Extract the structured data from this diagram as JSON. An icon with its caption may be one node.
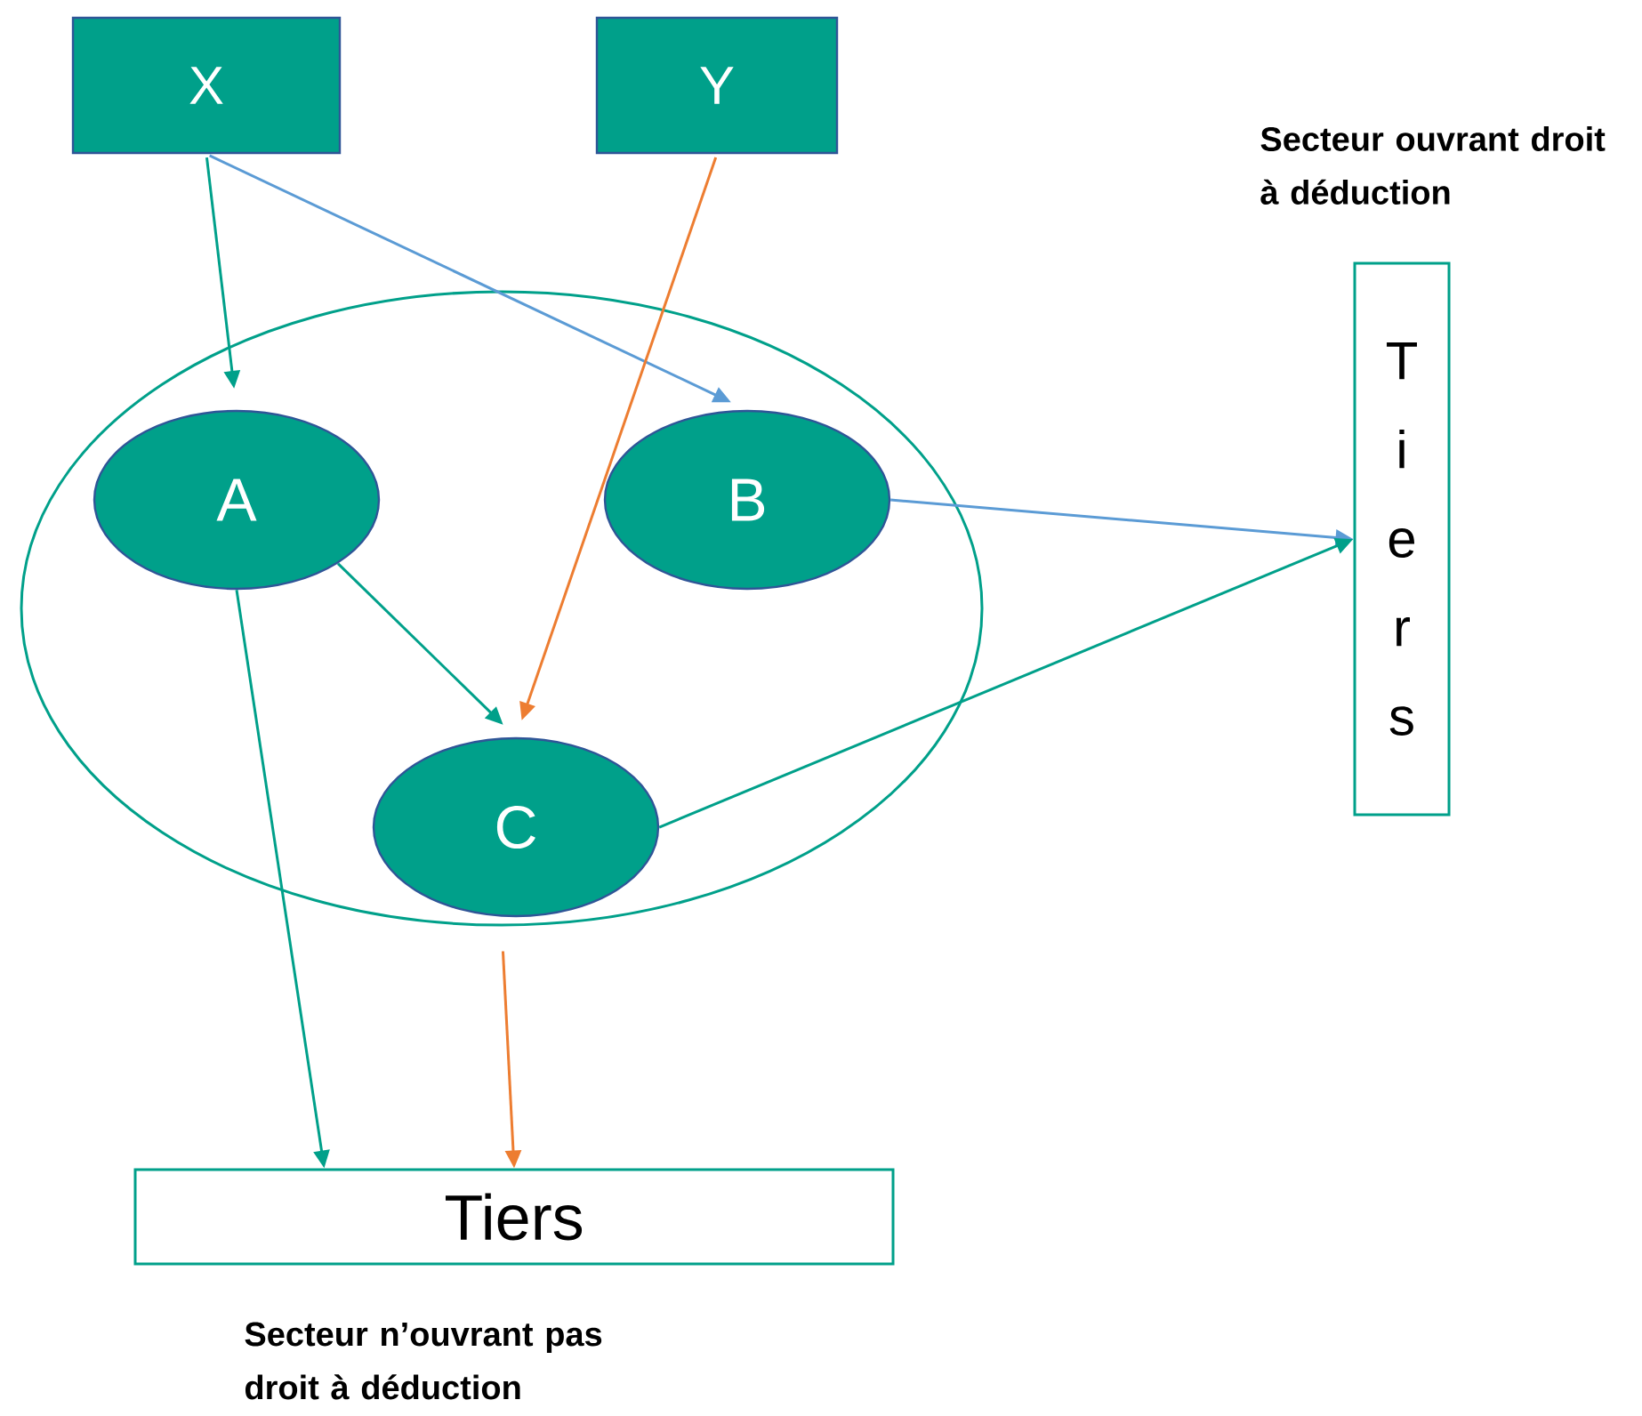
{
  "diagram": {
    "nodes": [
      {
        "text": [
          "X"
        ]
      },
      {
        "text": [
          "Y"
        ]
      },
      {
        "text": [],
        "shape": "ellipse"
      },
      {
        "text": [
          "A"
        ],
        "in": 2
      },
      {
        "text": [
          "B"
        ],
        "in": 2
      },
      {
        "text": [
          "C"
        ],
        "in": 2
      },
      {
        "text": [
          "Tiers"
        ],
        "beside": [
          "Secteur ouvrant droit à déduction"
        ]
      },
      {
        "text": [
          "Tiers"
        ],
        "beside": [
          "Secteur n’ouvrant pas droit à déduction"
        ]
      }
    ],
    "edges": [
      {
        "from": 0,
        "to": 3,
        "arrow": "to"
      },
      {
        "from": 0,
        "to": 4,
        "arrow": "to",
        "color": "#5b9bd5"
      },
      {
        "from": 1,
        "to": 5,
        "arrow": "to",
        "color": "#ed7d31"
      },
      {
        "from": 3,
        "to": 5,
        "arrow": "to"
      },
      {
        "from": 4,
        "to": 6,
        "arrow": "to",
        "color": "#5b9bd5"
      },
      {
        "from": 5,
        "to": 6,
        "arrow": "to"
      },
      {
        "from": 3,
        "to": 7,
        "arrow": "to"
      },
      {
        "from": 2,
        "to": 7,
        "arrow": "to",
        "color": "#ed7d31"
      }
    ]
  }
}
